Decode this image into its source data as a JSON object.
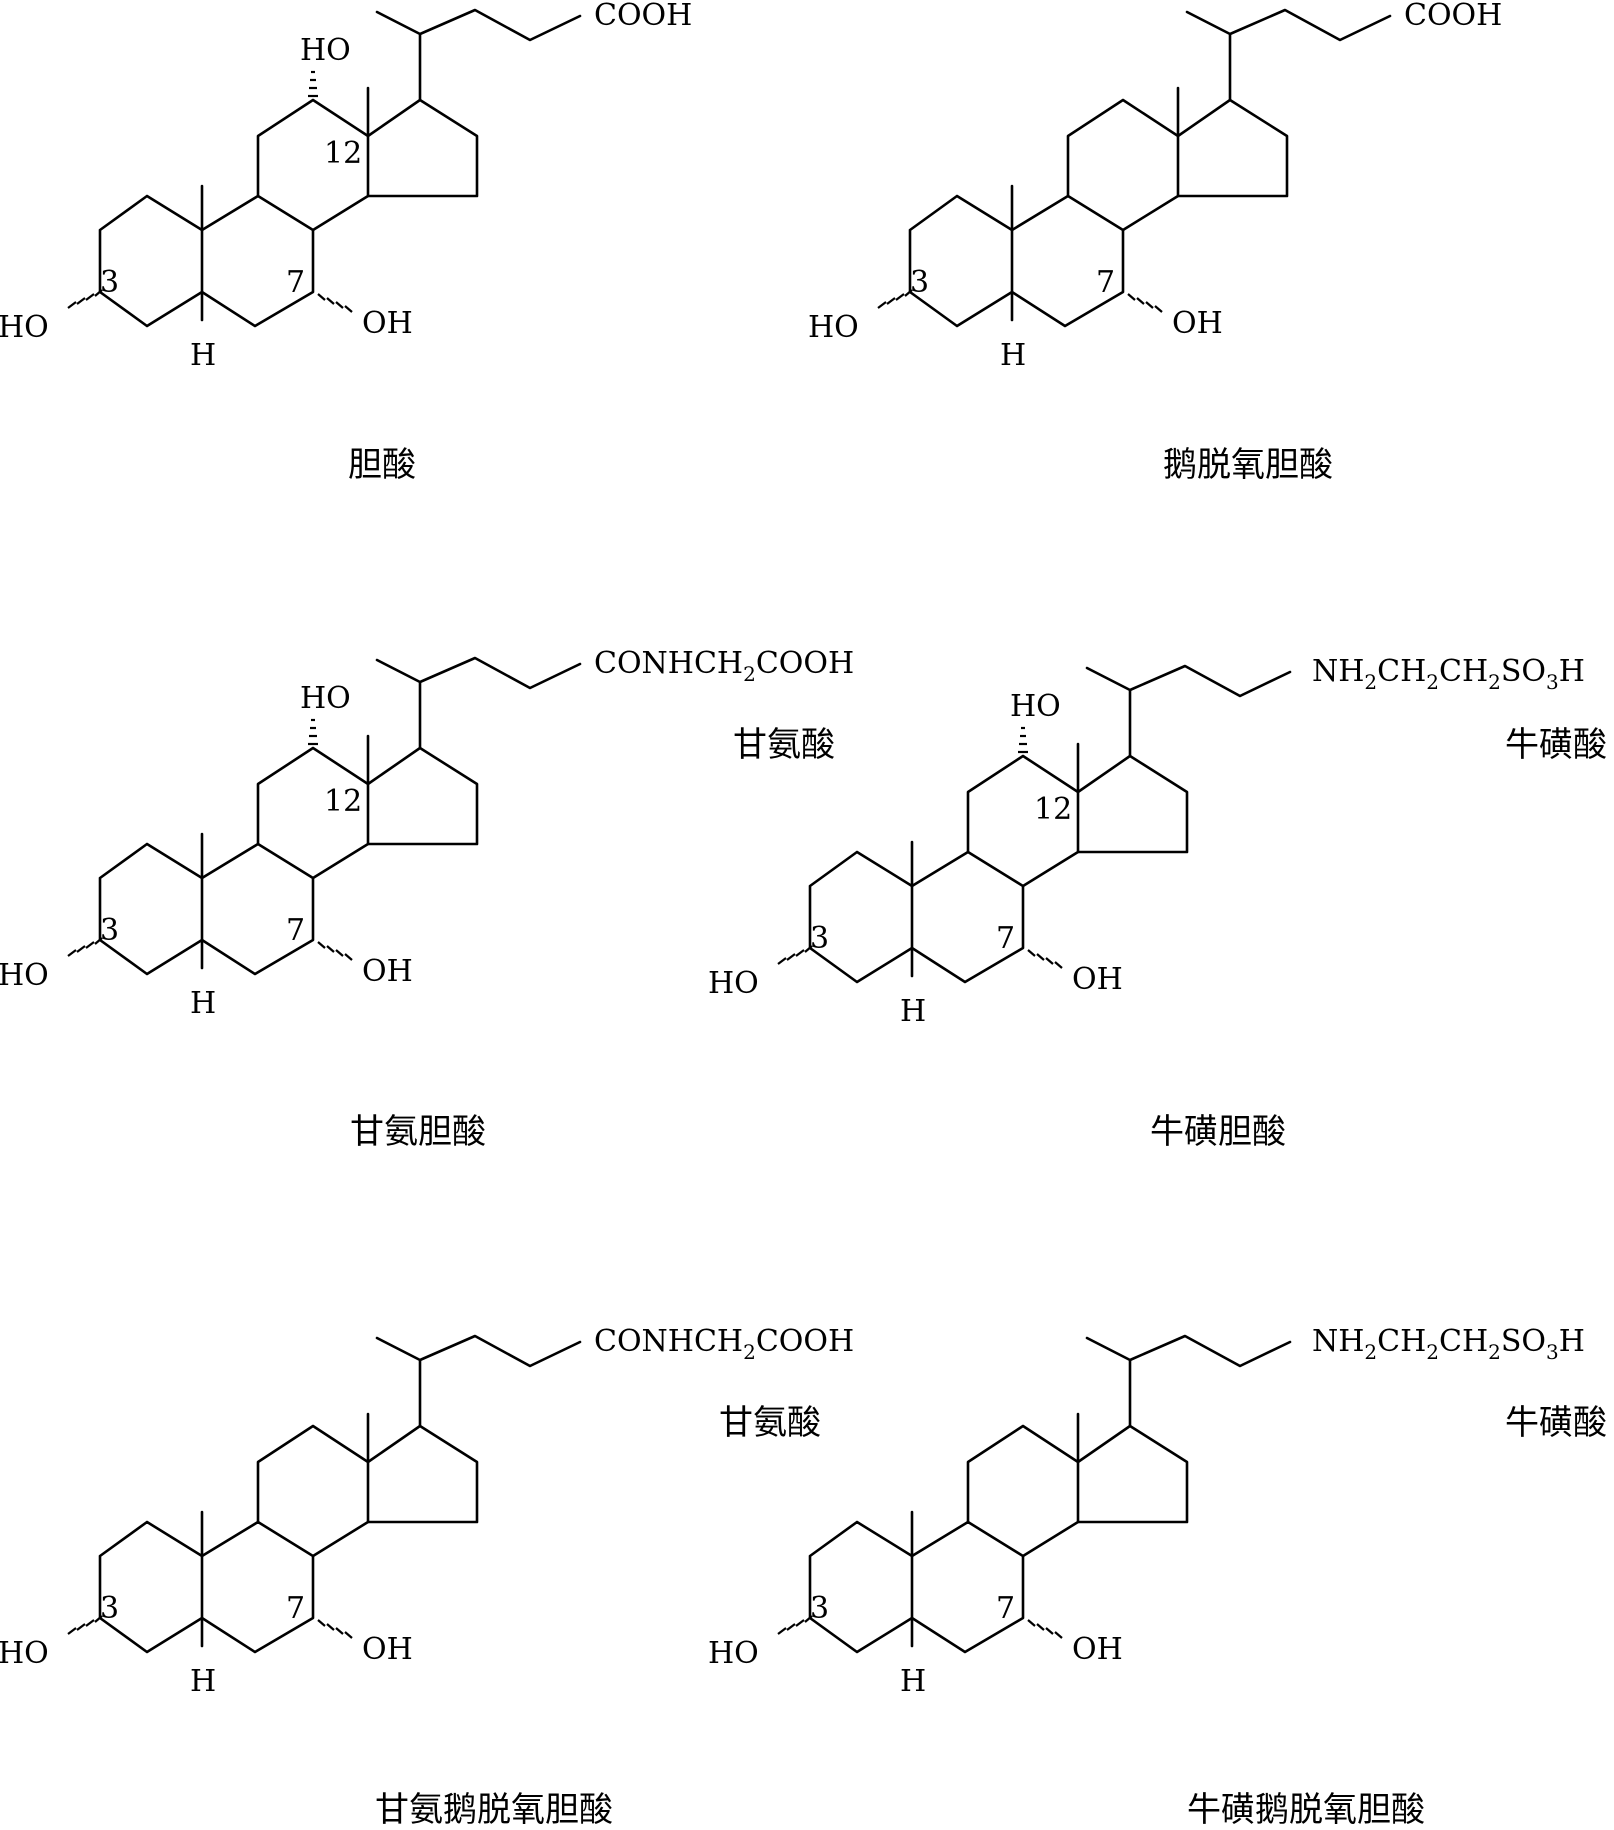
{
  "labels": {
    "ho": "HO",
    "oh": "OH",
    "h": "H",
    "cooh": "COOH",
    "pos3": "3",
    "pos7": "7",
    "pos12": "12"
  },
  "side_chains": {
    "glycine": {
      "a": "CONHCH",
      "s": "2",
      "b": "COOH"
    },
    "taurine": {
      "a": "NH",
      "s1": "2",
      "b": "CH",
      "s2": "2",
      "c": "CH",
      "s3": "2",
      "d": "SO",
      "s4": "3",
      "e": "H"
    }
  },
  "conjugate_names": {
    "glycine": "甘氨酸",
    "taurine": "牛磺酸"
  },
  "captions": {
    "cholic": "胆酸",
    "chenodeoxycholic": "鹅脱氧胆酸",
    "glycocholic": "甘氨胆酸",
    "taurocholic": "牛磺胆酸",
    "glycochenodeoxycholic": "甘氨鹅脱氧胆酸",
    "taurochenodeoxycholic": "牛磺鹅脱氧胆酸"
  }
}
